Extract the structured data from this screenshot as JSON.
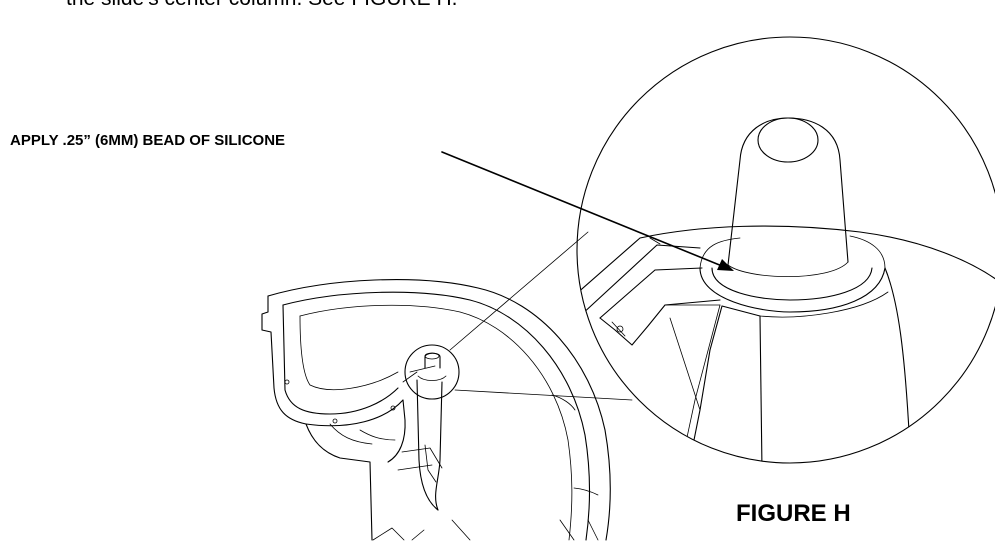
{
  "page": {
    "intro_text": "the slide's center column.  See FIGURE H.",
    "callout_label": "APPLY .25” (6MM) BEAD OF SILICONE",
    "figure_caption": "FIGURE H"
  }
}
